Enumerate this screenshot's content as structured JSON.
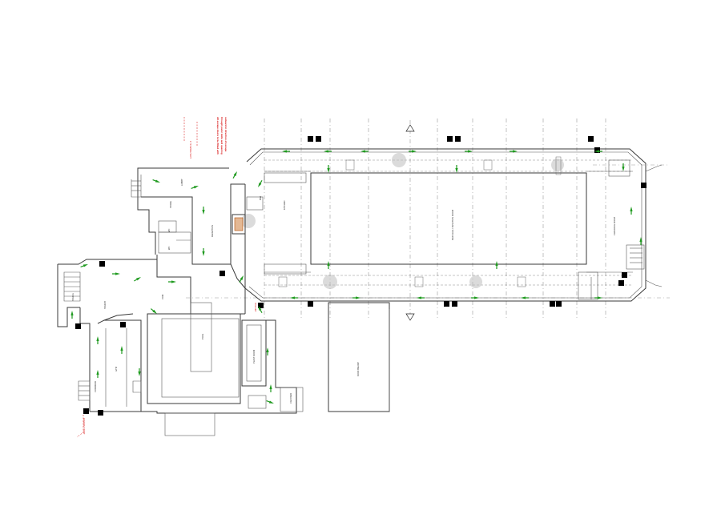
{
  "notes": {
    "red_note": [
      "All escape doors to be fitted with",
      "through panic bolts and opening",
      "outward in direction of escape"
    ],
    "red_small_left": "1 HR SMOKE VENT",
    "red_small_mid": "FIRE EXIT",
    "red_small_bottom": "ASSEMBLY POINT"
  },
  "rooms": {
    "hall": "MAIN HALL / FUNCTION ROOM",
    "room_east": "CHANGING ROOM",
    "kitchen": "KITCHEN",
    "reception": "RECEPTION",
    "bar": "BAR",
    "store": "STORE",
    "wc1": "WC",
    "wc2": "WC",
    "lobby": "LOBBY",
    "void": "VOID",
    "pool": "POOL",
    "gym": "GYM",
    "plant": "PLANT ROOM",
    "corridor": "CORRIDOR",
    "stair_a": "STAIR A",
    "stair_b": "STAIR B",
    "roof_below": "ROOF BELOW",
    "car_park": "CAR PARK"
  },
  "colors": {
    "exit_sign": "#d40000",
    "escape_arrow": "#1f9a1f",
    "wall": "#3a3a3a"
  },
  "icons": {
    "exit": "running-man-exit-icon",
    "arrow": "escape-route-arrow-icon",
    "section": "section-marker-icon"
  }
}
